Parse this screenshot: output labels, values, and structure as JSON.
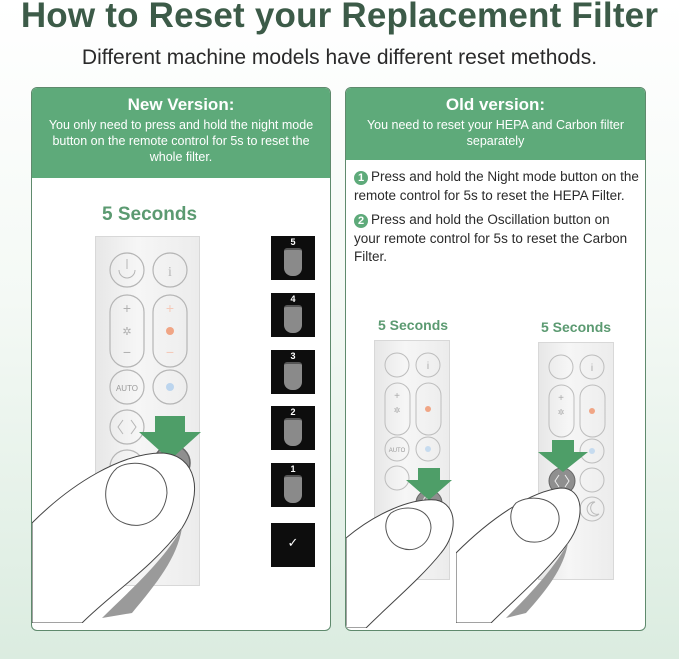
{
  "header": {
    "title": "How to Reset your Replacement Filter",
    "subtitle": "Different machine models have different reset methods."
  },
  "colors": {
    "title_green": "#3c5b48",
    "panel_header_green": "#5eaa7a",
    "seconds_label_green": "#5b9a71",
    "arrow_green": "#4e9e68",
    "background_bottom": "#dbece0"
  },
  "new_version": {
    "title": "New Version:",
    "description": "You only need to press and hold the night mode button on the remote control for 5s to reset the whole filter.",
    "timer_label": "5 Seconds",
    "countdown": [
      {
        "number": "5",
        "icon": "filter-cylinder"
      },
      {
        "number": "4",
        "icon": "filter-cylinder"
      },
      {
        "number": "3",
        "icon": "filter-cylinder"
      },
      {
        "number": "2",
        "icon": "filter-cylinder"
      },
      {
        "number": "1",
        "icon": "filter-cylinder"
      },
      {
        "number": "",
        "icon": "checkmark",
        "symbol": "✓"
      }
    ],
    "remote_button_highlighted": "night-mode-button",
    "remote_labels": {
      "auto": "AUTO",
      "plus": "+",
      "minus": "−",
      "info": "i"
    }
  },
  "old_version": {
    "title": "Old version:",
    "description": "You need to reset your HEPA and Carbon filter separately",
    "steps": [
      {
        "number": "1",
        "text": "Press and hold the Night mode button on the remote control for 5s to reset the HEPA Filter."
      },
      {
        "number": "2",
        "text": "Press and hold the Oscillation button on your remote control for 5s to reset the Carbon Filter."
      }
    ],
    "timer_labels": [
      "5 Seconds",
      "5 Seconds"
    ],
    "remote_buttons_highlighted": [
      "night-mode-button",
      "oscillation-button"
    ],
    "remote_labels": {
      "auto": "AUTO",
      "plus": "+",
      "minus": "−",
      "info": "i"
    }
  }
}
